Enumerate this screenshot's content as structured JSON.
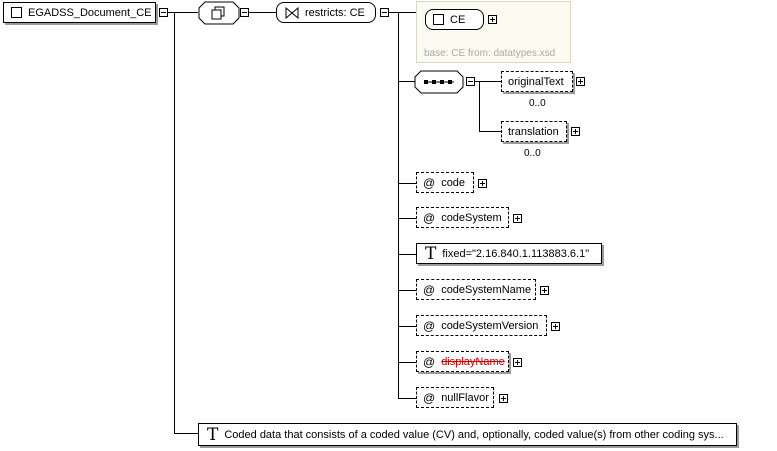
{
  "root": {
    "label": "EGADSS_Document_CE"
  },
  "restriction": {
    "label": "restricts: CE"
  },
  "base": {
    "type_label": "CE",
    "caption": "base: CE from: datatypes.xsd"
  },
  "sequence": {
    "children": [
      {
        "label": "originalText",
        "occurrence": "0..0"
      },
      {
        "label": "translation",
        "occurrence": "0..0"
      }
    ]
  },
  "attributes": [
    {
      "label": "code"
    },
    {
      "label": "codeSystem"
    },
    {
      "label": "fixed=\"2.16.840.1.113883.6.1\""
    },
    {
      "label": "codeSystemName"
    },
    {
      "label": "codeSystemVersion"
    },
    {
      "label": "displayName",
      "prohibited": true
    },
    {
      "label": "nullFlavor"
    }
  ],
  "annotation": {
    "text": "Coded data that consists of a coded value (CV) and, optionally, coded value(s) from other coding sys..."
  },
  "glyphs": {
    "attribute": "@",
    "text_type": "T"
  },
  "icons": {
    "root": "element-square-icon",
    "model_group": "model-group-icon",
    "restriction": "restriction-icon",
    "sequence": "sequence-icon",
    "expand": "expand-plus-icon",
    "collapse": "collapse-minus-icon"
  }
}
